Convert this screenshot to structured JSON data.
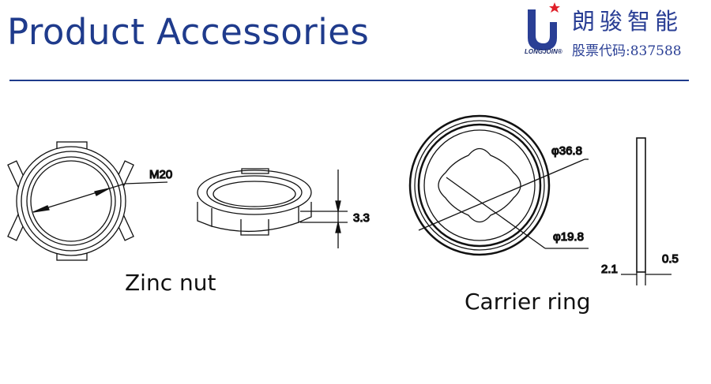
{
  "header": {
    "title": "Product Accessories"
  },
  "logo": {
    "name_cn": "朗骏智能",
    "stock_code": "股票代码:837588",
    "brand": "LONGJOIN®"
  },
  "zinc_nut": {
    "caption": "Zinc nut",
    "diameter_label": "M20",
    "thickness_label": "3.3"
  },
  "carrier_ring": {
    "caption": "Carrier ring",
    "outer_label": "φ36.8",
    "inner_label": "φ19.8",
    "thickness_label": "2.1",
    "plate_label": "0.5"
  },
  "colors": {
    "brand": "#1f3b8c",
    "star": "#e0202a"
  }
}
